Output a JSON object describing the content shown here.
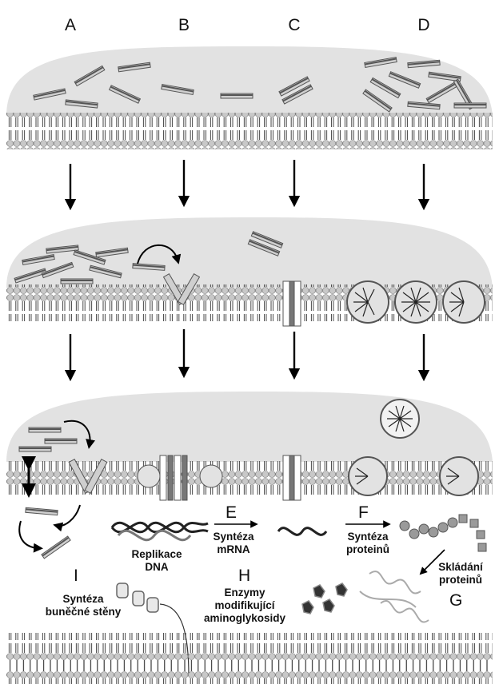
{
  "columns": [
    "A",
    "B",
    "C",
    "D"
  ],
  "letters": {
    "E": "E",
    "F": "F",
    "G": "G",
    "H": "H",
    "I": "I"
  },
  "captions": {
    "replication": [
      "Replikace",
      "DNA"
    ],
    "mrna": [
      "Syntéza",
      "mRNA"
    ],
    "protein": [
      "Syntéza",
      "proteinů"
    ],
    "folding": [
      "Skládání",
      "proteinů"
    ],
    "enzymes": [
      "Enzymy",
      "modifikující",
      "aminoglykosidy"
    ],
    "cellwall": [
      "Syntéza",
      "buněčné stěny"
    ]
  },
  "colors": {
    "cloud": "#e2e2e2",
    "membrane_head": "#c8c8c8",
    "rod_dark": "#555555",
    "rod_light": "#cfcfcf",
    "arrow": "#000000"
  }
}
